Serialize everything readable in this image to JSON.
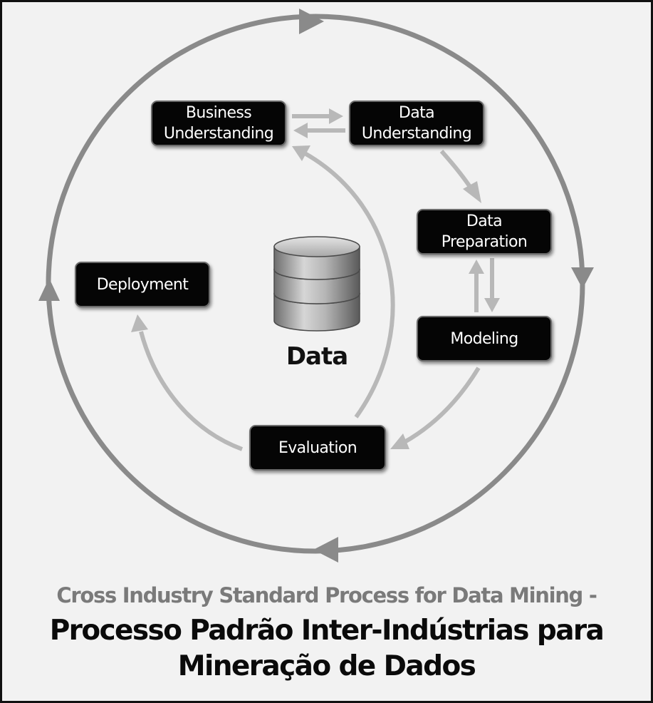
{
  "diagram": {
    "phases": {
      "business_understanding": [
        "Business",
        "Understanding"
      ],
      "data_understanding": [
        "Data",
        "Understanding"
      ],
      "data_preparation": [
        "Data",
        "Preparation"
      ],
      "modeling": "Modeling",
      "evaluation": "Evaluation",
      "deployment": "Deployment"
    },
    "center_label": "Data",
    "colors": {
      "outer_cycle": "#8a8a8a",
      "inner_arrows": "#b8b8b8",
      "box_fill": "#050505",
      "background": "#f2f2f2"
    }
  },
  "caption": {
    "line1": "Cross Industry Standard Process for Data Mining -",
    "line2": "Processo Padrão Inter-Indústrias para",
    "line3": "Mineração de Dados"
  }
}
